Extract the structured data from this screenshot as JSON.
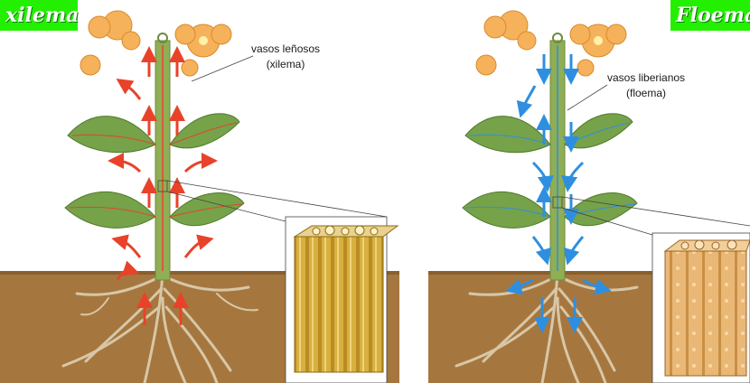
{
  "badges": {
    "left": "xilema",
    "right": "Floema"
  },
  "left_panel": {
    "label_line1": "vasos leñosos",
    "label_line2": "(xilema)"
  },
  "right_panel": {
    "label_line1": "vasos liberianos",
    "label_line2": "(floema)"
  },
  "colors": {
    "badge_bg": "#22f000",
    "xylem_arrow": "#e8432a",
    "phloem_arrow": "#2e8fe0",
    "soil": "#a5773f",
    "stem": "#8fae55",
    "leaf": "#76a24a",
    "flower": "#f6b25a",
    "root": "#d8c7a7"
  }
}
